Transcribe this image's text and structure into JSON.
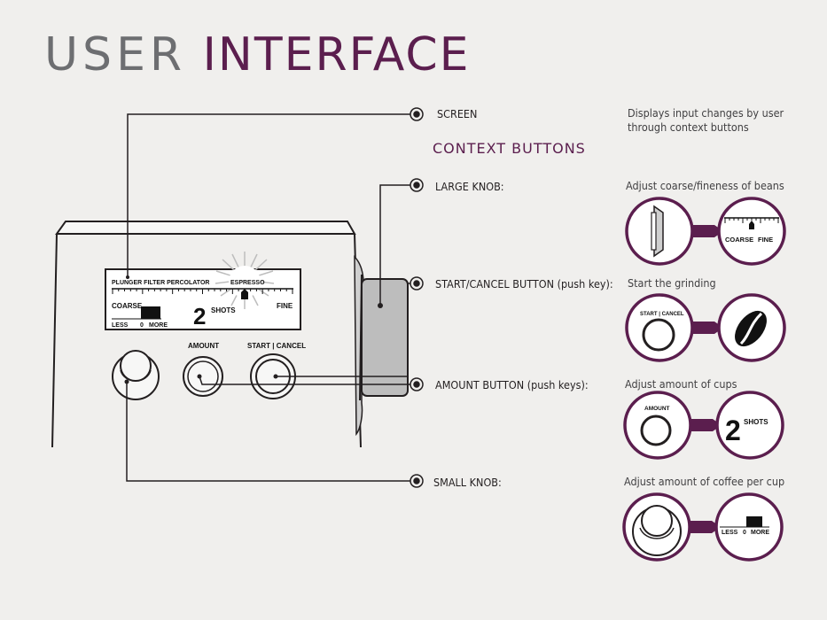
{
  "title": {
    "word1": "USER",
    "word2": "INTERFACE"
  },
  "section_heading": "CONTEXT BUTTONS",
  "callouts": {
    "screen": "SCREEN",
    "large_knob": "LARGE KNOB:",
    "start_cancel": "START/CANCEL BUTTON (push key):",
    "amount": "AMOUNT BUTTON (push keys):",
    "small_knob": "SMALL KNOB:"
  },
  "descriptions": {
    "screen_line1": "Displays input changes by user",
    "screen_line2": "through context buttons",
    "large_knob": "Adjust coarse/fineness of beans",
    "start_cancel": "Start the grinding",
    "amount": "Adjust amount of cups",
    "small_knob": "Adjust amount of coffee per cup"
  },
  "display": {
    "modes": "PLUNGER FILTER PERCOLATOR",
    "espresso": "ESPRESSO",
    "coarse": "COARSE",
    "fine": "FINE",
    "shots_digit": "2",
    "shots": "SHOTS",
    "less": "LESS",
    "zero": "0",
    "more": "MORE"
  },
  "buttons": {
    "amount": "AMOUNT",
    "start_cancel": "START | CANCEL"
  },
  "icons": {
    "coarse": "COARSE",
    "fine": "FINE",
    "start_cancel": "START | CANCEL",
    "amount": "AMOUNT",
    "shots_digit": "2",
    "shots": "SHOTS",
    "less": "LESS",
    "zero": "0",
    "more": "MORE"
  },
  "colors": {
    "accent": "#5b1e4e",
    "gray_title": "#6d6e71",
    "background": "#f0efed"
  }
}
